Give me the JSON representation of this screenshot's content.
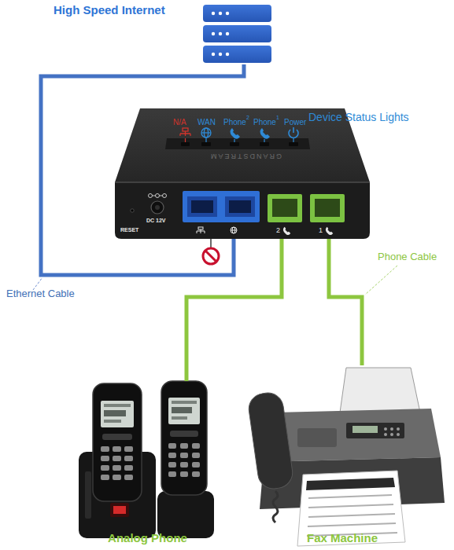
{
  "diagram": {
    "nodes": [
      {
        "text": [
          "High Speed Internet"
        ]
      },
      {
        "text": [
          "GRANDSTREAM"
        ]
      },
      {
        "text": [
          "Analog Phone"
        ]
      },
      {
        "text": [
          "Fax Machine"
        ]
      }
    ],
    "edges": [
      {
        "from": 0,
        "to": 1,
        "arrow": "none",
        "label": "Ethernet Cable"
      },
      {
        "from": 1,
        "to": 2,
        "arrow": "none"
      },
      {
        "from": 1,
        "to": 3,
        "arrow": "none",
        "label": "Phone Cable"
      }
    ],
    "labels": [
      "N/A",
      "WAN",
      "Phone",
      "2",
      "Phone",
      "1",
      "Power",
      "Device Status Lights",
      "RESET",
      "DC 12V",
      "2",
      "1"
    ]
  }
}
